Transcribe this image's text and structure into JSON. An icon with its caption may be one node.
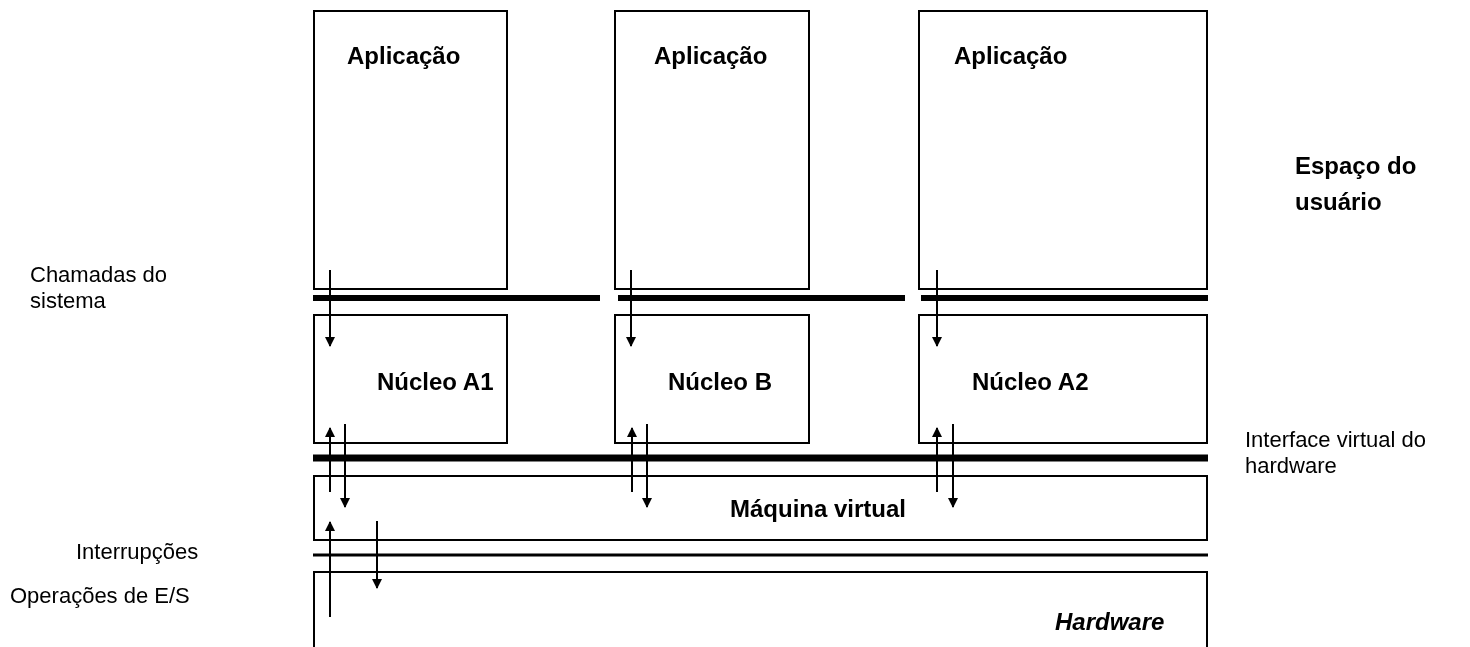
{
  "diagram": {
    "nodes": [
      {
        "text": [
          "Aplicação"
        ]
      },
      {
        "text": [
          "Aplicação"
        ]
      },
      {
        "text": [
          "Aplicação"
        ]
      },
      {
        "text": [
          "Núcleo A1"
        ]
      },
      {
        "text": [
          "Núcleo B"
        ]
      },
      {
        "text": [
          "Núcleo A2"
        ]
      },
      {
        "text": [
          "Máquina virtual"
        ]
      },
      {
        "text": [
          "Hardware"
        ]
      }
    ],
    "edges": [
      {
        "from": 0,
        "to": 3,
        "arrow": "to"
      },
      {
        "from": 1,
        "to": 4,
        "arrow": "to"
      },
      {
        "from": 2,
        "to": 5,
        "arrow": "to"
      },
      {
        "from": 6,
        "to": 3,
        "arrow": "to"
      },
      {
        "from": 3,
        "to": 6,
        "arrow": "to"
      },
      {
        "from": 6,
        "to": 4,
        "arrow": "to"
      },
      {
        "from": 4,
        "to": 6,
        "arrow": "to"
      },
      {
        "from": 6,
        "to": 5,
        "arrow": "to"
      },
      {
        "from": 5,
        "to": 6,
        "arrow": "to"
      },
      {
        "from": 7,
        "to": 6,
        "arrow": "to"
      },
      {
        "from": 6,
        "to": 7,
        "arrow": "to"
      }
    ],
    "labels": [
      "Espaço do usuário",
      "Chamadas do sistema",
      "Interface virtual do hardware",
      "Interrupções",
      "Operações de E/S"
    ]
  }
}
